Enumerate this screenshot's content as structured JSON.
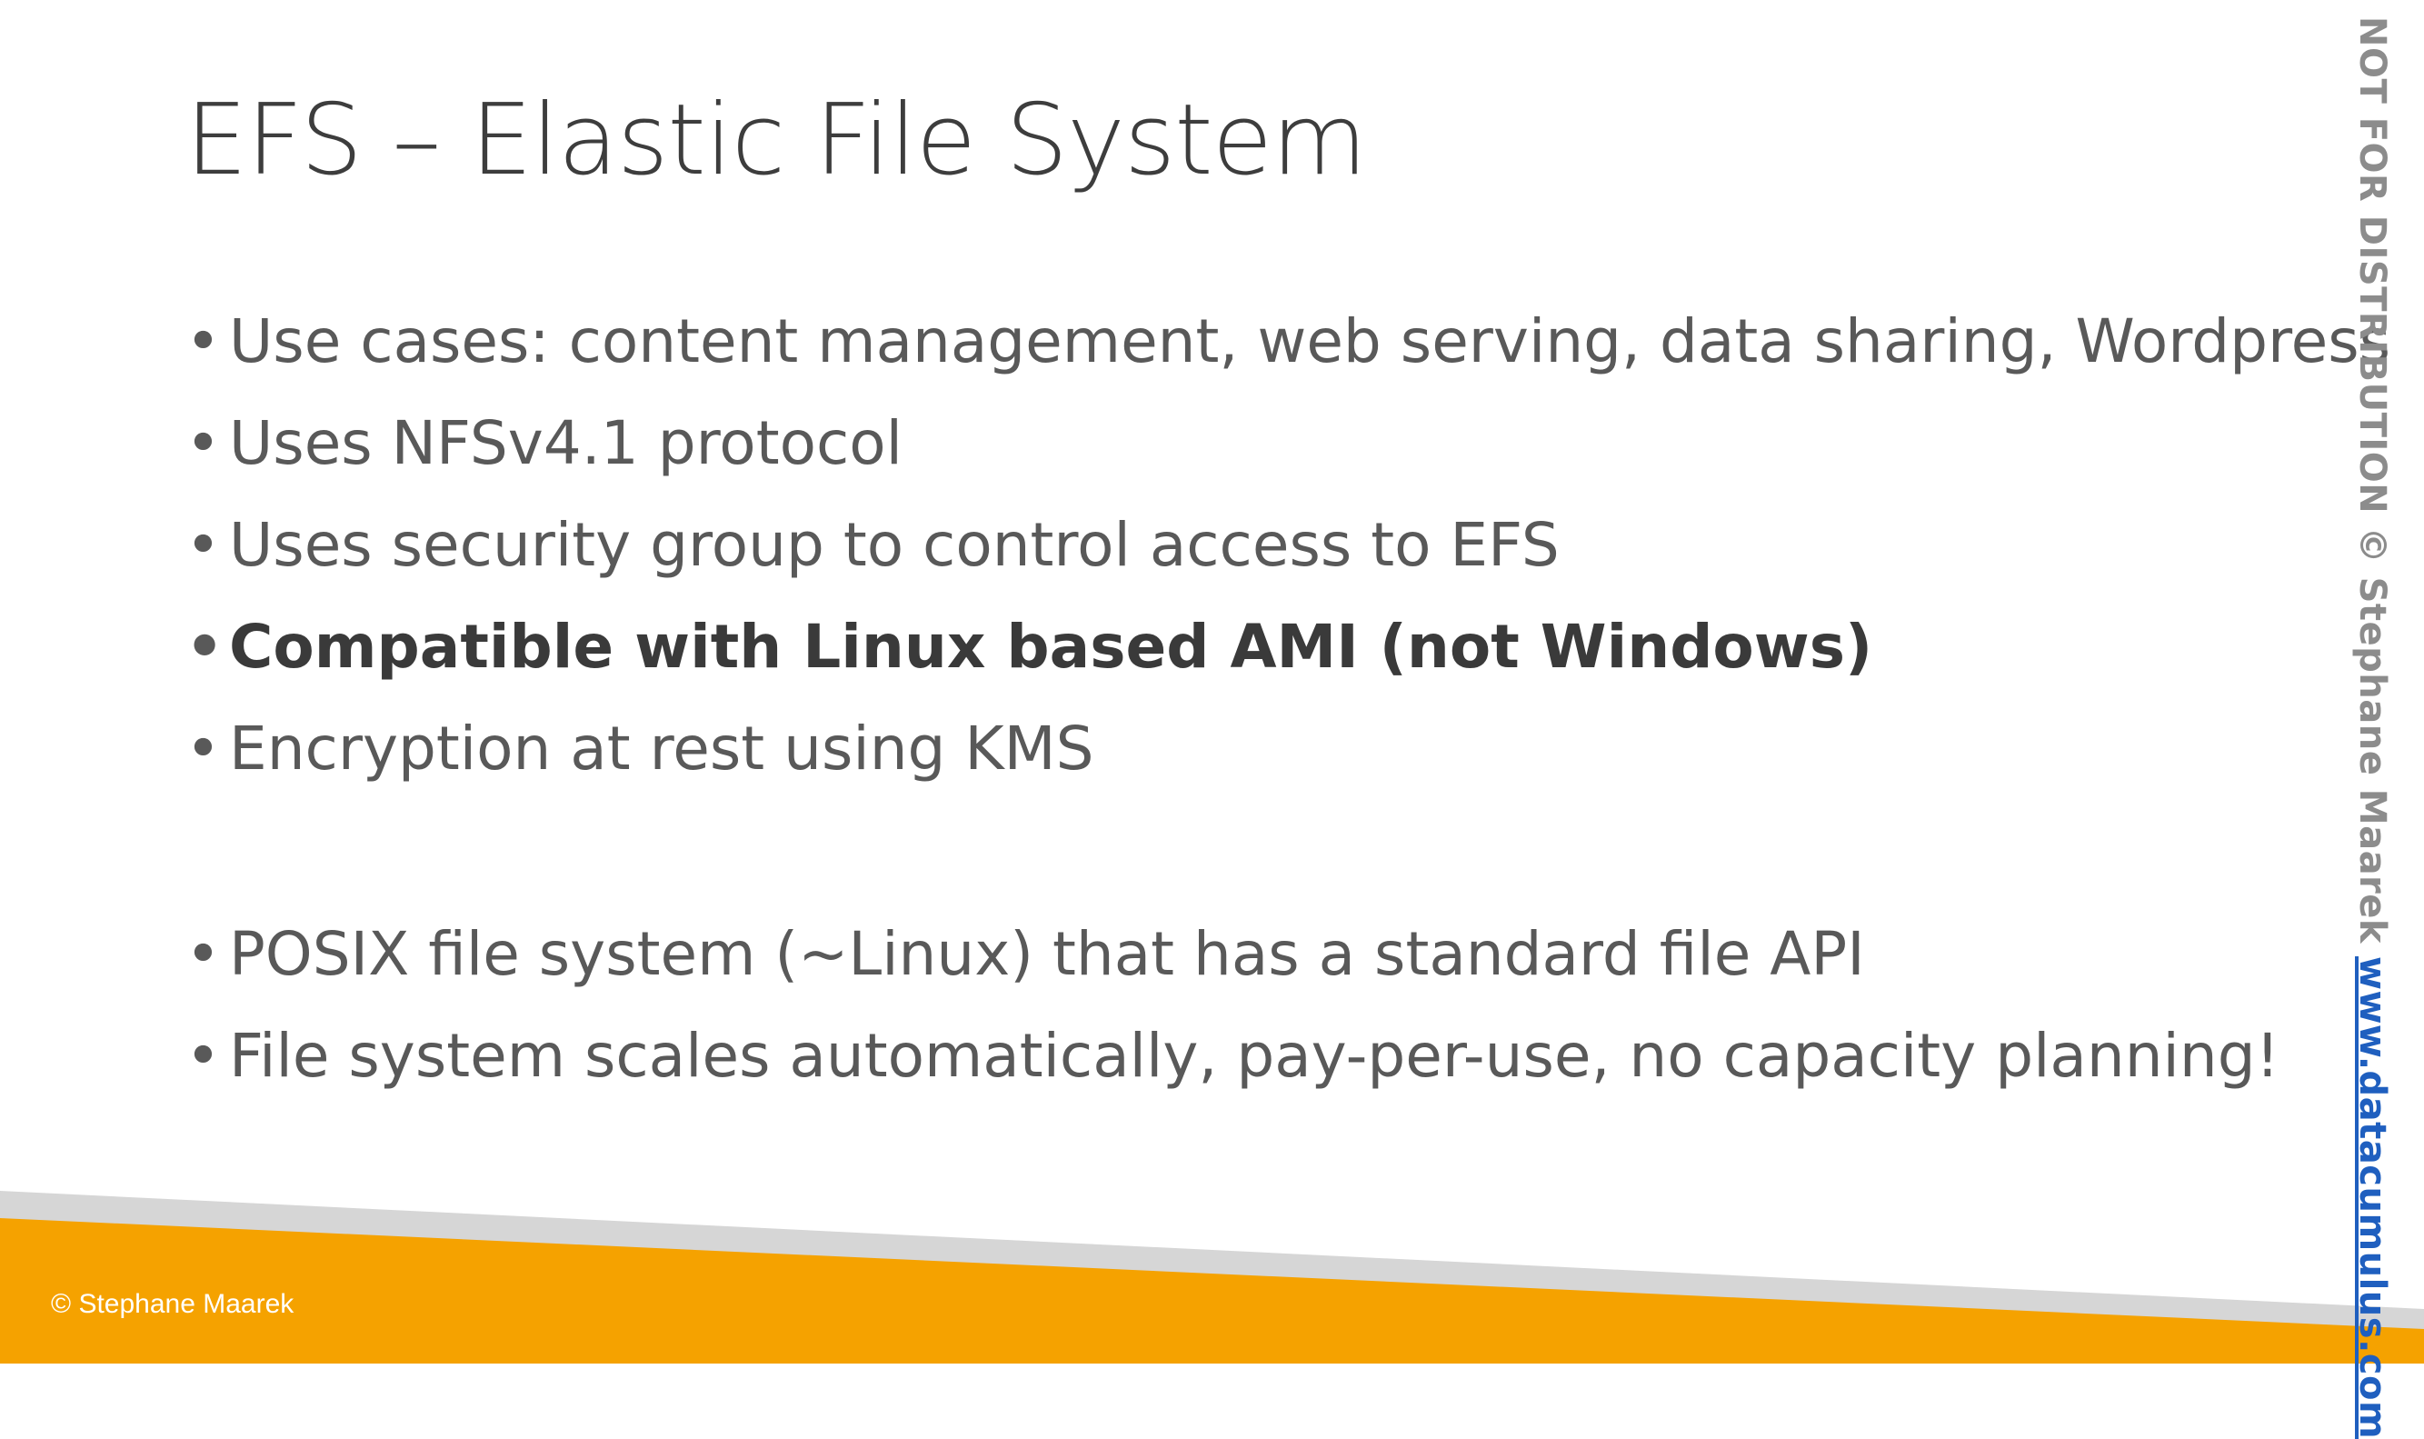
{
  "slide": {
    "title": "EFS – Elastic File System",
    "bullets": [
      {
        "text": "Use cases: content management, web serving, data sharing, Wordpress",
        "bold": false
      },
      {
        "text": "Uses NFSv4.1 protocol",
        "bold": false
      },
      {
        "text": "Uses security group to control access to EFS",
        "bold": false
      },
      {
        "text": "Compatible with Linux based AMI (not Windows)",
        "bold": true
      },
      {
        "text": "Encryption at rest using KMS",
        "bold": false
      },
      {
        "text": "POSIX file system (~Linux) that has a standard file API",
        "bold": false
      },
      {
        "text": "File system scales automatically, pay-per-use, no capacity planning!",
        "bold": false
      }
    ]
  },
  "footer": {
    "copyright": "© Stephane Maarek"
  },
  "watermark": {
    "notice": "NOT FOR DISTRIBUTION © Stephane Maarek",
    "site": "www.datacumulus.com"
  },
  "colors": {
    "title": "#3d3d3d",
    "body_text": "#595959",
    "accent_orange": "#f5a200",
    "band_gray": "#d6d6d6",
    "link_blue": "#1f5fbf"
  }
}
